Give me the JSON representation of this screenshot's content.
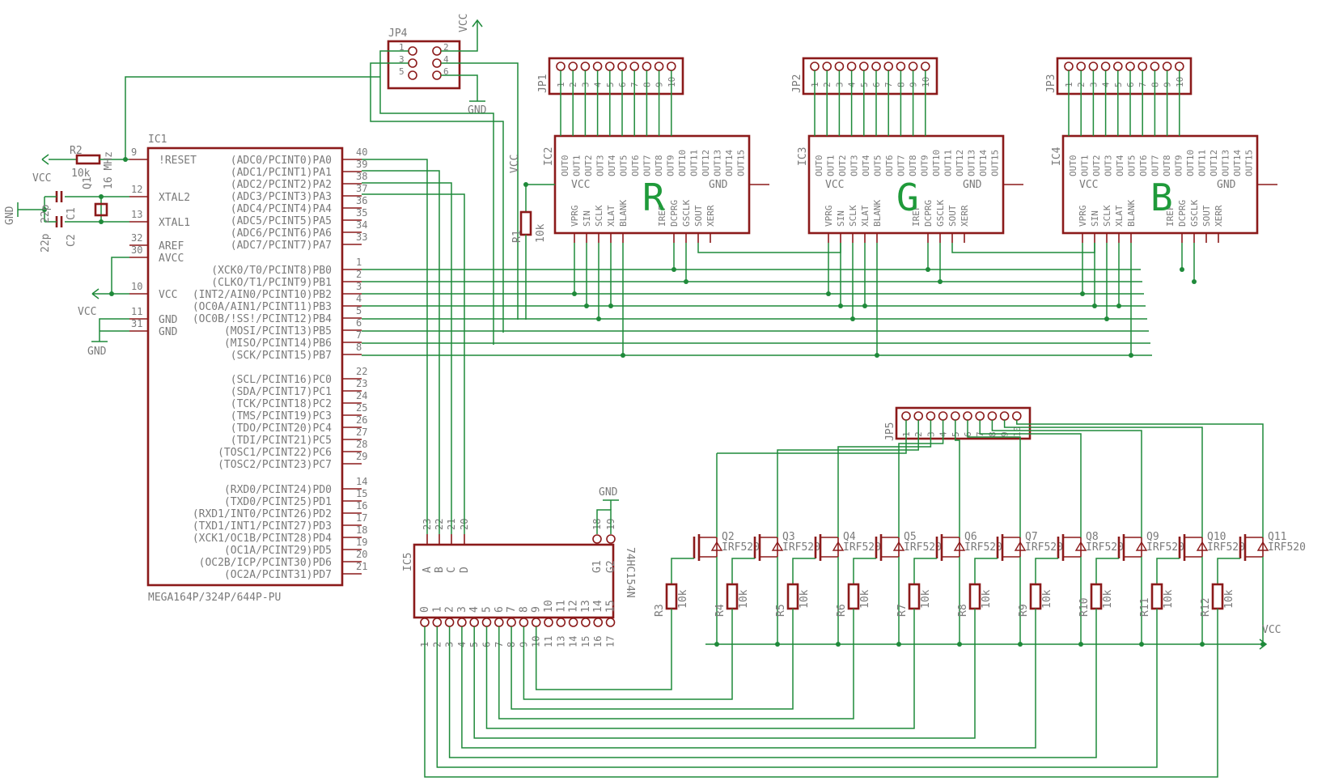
{
  "ic1": {
    "name": "IC1",
    "part": "MEGA164P/324P/644P-PU",
    "left_pins": [
      {
        "num": "9",
        "label": "!RESET"
      },
      {
        "num": "12",
        "label": "XTAL2"
      },
      {
        "num": "13",
        "label": "XTAL1"
      },
      {
        "num": "32",
        "label": "AREF"
      },
      {
        "num": "30",
        "label": "AVCC"
      },
      {
        "num": "10",
        "label": "VCC"
      },
      {
        "num": "11",
        "label": "GND"
      },
      {
        "num": "31",
        "label": "GND"
      }
    ],
    "right_pins": [
      {
        "num": "40",
        "label": "(ADC0/PCINT0)PA0"
      },
      {
        "num": "39",
        "label": "(ADC1/PCINT1)PA1"
      },
      {
        "num": "38",
        "label": "(ADC2/PCINT2)PA2"
      },
      {
        "num": "37",
        "label": "(ADC3/PCINT3)PA3"
      },
      {
        "num": "36",
        "label": "(ADC4/PCINT4)PA4"
      },
      {
        "num": "35",
        "label": "(ADC5/PCINT5)PA5"
      },
      {
        "num": "34",
        "label": "(ADC6/PCINT6)PA6"
      },
      {
        "num": "33",
        "label": "(ADC7/PCINT7)PA7"
      },
      {
        "num": "1",
        "label": "(XCK0/T0/PCINT8)PB0"
      },
      {
        "num": "2",
        "label": "(CLKO/T1/PCINT9)PB1"
      },
      {
        "num": "3",
        "label": "(INT2/AIN0/PCINT10)PB2"
      },
      {
        "num": "4",
        "label": "(OC0A/AIN1/PCINT11)PB3"
      },
      {
        "num": "5",
        "label": "(OC0B/!SS!/PCINT12)PB4"
      },
      {
        "num": "6",
        "label": "(MOSI/PCINT13)PB5"
      },
      {
        "num": "7",
        "label": "(MISO/PCINT14)PB6"
      },
      {
        "num": "8",
        "label": "(SCK/PCINT15)PB7"
      },
      {
        "num": "22",
        "label": "(SCL/PCINT16)PC0"
      },
      {
        "num": "23",
        "label": "(SDA/PCINT17)PC1"
      },
      {
        "num": "24",
        "label": "(TCK/PCINT18)PC2"
      },
      {
        "num": "25",
        "label": "(TMS/PCINT19)PC3"
      },
      {
        "num": "26",
        "label": "(TDO/PCINT20)PC4"
      },
      {
        "num": "27",
        "label": "(TDI/PCINT21)PC5"
      },
      {
        "num": "28",
        "label": "(TOSC1/PCINT22)PC6"
      },
      {
        "num": "29",
        "label": "(TOSC2/PCINT23)PC7"
      },
      {
        "num": "14",
        "label": "(RXD0/PCINT24)PD0"
      },
      {
        "num": "15",
        "label": "(TXD0/PCINT25)PD1"
      },
      {
        "num": "16",
        "label": "(RXD1/INT0/PCINT26)PD2"
      },
      {
        "num": "17",
        "label": "(TXD1/INT1/PCINT27)PD3"
      },
      {
        "num": "18",
        "label": "(XCK1/OC1B/PCINT28)PD4"
      },
      {
        "num": "19",
        "label": "(OC1A/PCINT29)PD5"
      },
      {
        "num": "20",
        "label": "(OC2B/ICP/PCINT30)PD6"
      },
      {
        "num": "21",
        "label": "(OC2A/PCINT31)PD7"
      }
    ]
  },
  "drivers": [
    {
      "name": "IC2",
      "letter": "R",
      "header": "JP1"
    },
    {
      "name": "IC3",
      "letter": "G",
      "header": "JP2"
    },
    {
      "name": "IC4",
      "letter": "B",
      "header": "JP3"
    }
  ],
  "driver_pins": {
    "top": [
      "OUT0",
      "OUT1",
      "OUT2",
      "OUT3",
      "OUT4",
      "OUT5",
      "OUT6",
      "OUT7",
      "OUT8",
      "OUT9",
      "OUT10",
      "OUT11",
      "OUT12",
      "OUT13",
      "OUT14",
      "OUT15"
    ],
    "bottom": [
      "VPRG",
      "SIN",
      "SCLK",
      "XLAT",
      "BLANK",
      "IREF",
      "DCPRG",
      "GSCLK",
      "SOUT",
      "XERR"
    ],
    "vcc": "VCC",
    "gnd": "GND"
  },
  "header_pins": [
    "1",
    "2",
    "3",
    "4",
    "5",
    "6",
    "7",
    "8",
    "9",
    "10"
  ],
  "jp4": {
    "name": "JP4",
    "pins": [
      "1",
      "2",
      "3",
      "4",
      "5",
      "6"
    ]
  },
  "jp5": {
    "name": "JP5"
  },
  "ic5": {
    "name": "IC5",
    "part": "74HC154N",
    "inputs": [
      {
        "num": "23",
        "label": "A"
      },
      {
        "num": "22",
        "label": "B"
      },
      {
        "num": "21",
        "label": "C"
      },
      {
        "num": "20",
        "label": "D"
      }
    ],
    "enables": [
      {
        "num": "18",
        "label": "G1"
      },
      {
        "num": "19",
        "label": "G2"
      }
    ],
    "outputs": [
      {
        "num": "1",
        "label": "0"
      },
      {
        "num": "2",
        "label": "1"
      },
      {
        "num": "3",
        "label": "2"
      },
      {
        "num": "4",
        "label": "3"
      },
      {
        "num": "5",
        "label": "4"
      },
      {
        "num": "6",
        "label": "5"
      },
      {
        "num": "7",
        "label": "6"
      },
      {
        "num": "8",
        "label": "7"
      },
      {
        "num": "9",
        "label": "8"
      },
      {
        "num": "10",
        "label": "9"
      },
      {
        "num": "11",
        "label": "10"
      },
      {
        "num": "13",
        "label": "11"
      },
      {
        "num": "14",
        "label": "12"
      },
      {
        "num": "15",
        "label": "13"
      },
      {
        "num": "16",
        "label": "14"
      },
      {
        "num": "17",
        "label": "15"
      }
    ]
  },
  "transistors": {
    "part": "IRF520",
    "names": [
      "Q2",
      "Q3",
      "Q4",
      "Q5",
      "Q6",
      "Q7",
      "Q8",
      "Q9",
      "Q10",
      "Q11"
    ]
  },
  "gate_resistors": {
    "names": [
      "R3",
      "R4",
      "R5",
      "R6",
      "R7",
      "R8",
      "R9",
      "R10",
      "R11",
      "R12"
    ],
    "value": "10k"
  },
  "passives": {
    "r1": {
      "name": "R1",
      "value": "10k"
    },
    "r2": {
      "name": "R2",
      "value": "10k"
    },
    "q1": {
      "name": "Q1",
      "value": "16 MHz"
    },
    "c1": {
      "name": "C1",
      "value": "22p"
    },
    "c2": {
      "name": "C2",
      "value": "22p"
    }
  },
  "rails": {
    "vcc": "VCC",
    "gnd": "GND"
  },
  "colors": {
    "part": "#8b1a1a",
    "wire": "#1f8a3a",
    "text": "#7a7a7a",
    "channel_letter": "#1f9a3a"
  }
}
